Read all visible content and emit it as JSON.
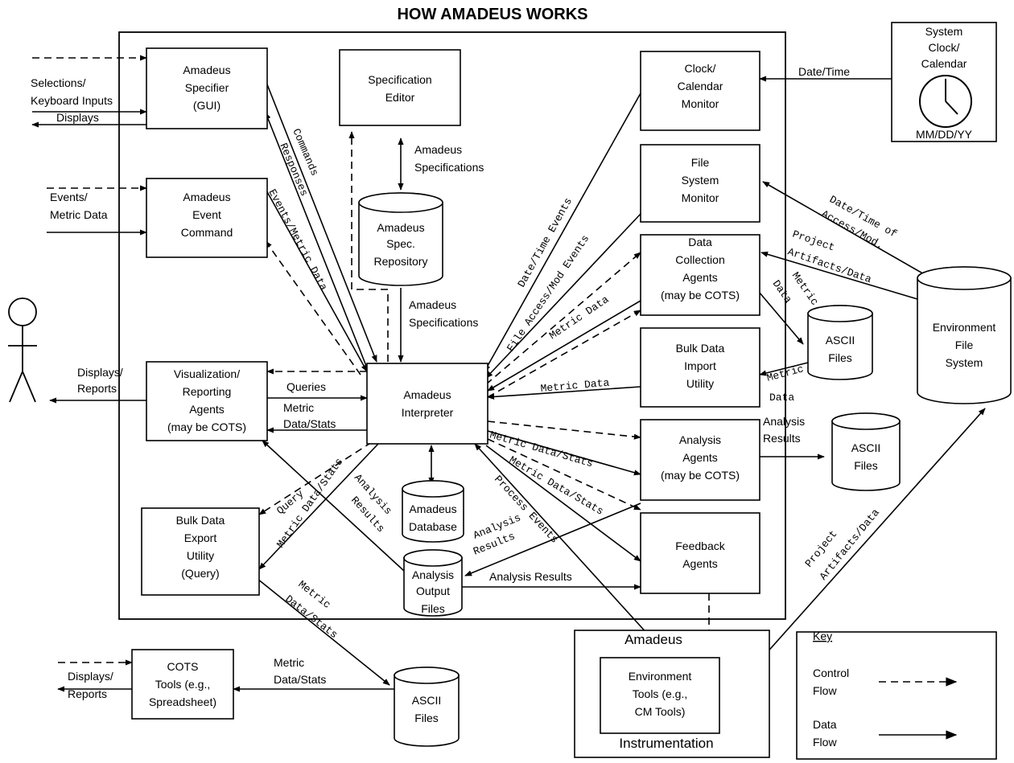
{
  "title": "HOW AMADEUS WORKS",
  "boxes": {
    "specifier": [
      "Amadeus",
      "Specifier",
      "(GUI)"
    ],
    "spec_editor": [
      "Specification",
      "Editor"
    ],
    "event_command": [
      "Amadeus",
      "Event",
      "Command"
    ],
    "clock_monitor": [
      "Clock/",
      "Calendar",
      "Monitor"
    ],
    "fs_monitor": [
      "File",
      "System",
      "Monitor"
    ],
    "collection_agents": [
      "Data",
      "Collection",
      "Agents",
      "(may be COTS)"
    ],
    "bulk_import": [
      "Bulk Data",
      "Import",
      "Utility"
    ],
    "visualization": [
      "Visualization/",
      "Reporting",
      "Agents",
      "(may be COTS)"
    ],
    "interpreter": [
      "Amadeus",
      "Interpreter"
    ],
    "analysis_agents": [
      "Analysis",
      "Agents",
      "(may be COTS)"
    ],
    "bulk_export": [
      "Bulk Data",
      "Export",
      "Utility",
      "(Query)"
    ],
    "feedback": [
      "Feedback",
      "Agents"
    ],
    "cots_tools": [
      "COTS",
      "Tools (e.g.,",
      "Spreadsheet)"
    ],
    "env_tools": [
      "Environment",
      "Tools (e.g.,",
      "CM Tools)"
    ],
    "system_clock": [
      "System",
      "Clock/",
      "Calendar"
    ],
    "system_clock_date": "MM/DD/YY"
  },
  "stores": {
    "spec_repo": [
      "Amadeus",
      "Spec.",
      "Repository"
    ],
    "database": [
      "Amadeus",
      "Database"
    ],
    "output_files": [
      "Analysis",
      "Output",
      "Files"
    ],
    "ascii_1": [
      "ASCII",
      "Files"
    ],
    "ascii_2": [
      "ASCII",
      "Files"
    ],
    "ascii_3": [
      "ASCII",
      "Files"
    ],
    "env_fs": [
      "Environment",
      "File",
      "System"
    ]
  },
  "instrumentation": {
    "top": "Amadeus",
    "bottom": "Instrumentation"
  },
  "labels": {
    "selections": [
      "Selections/",
      "Keyboard Inputs"
    ],
    "displays_1": "Displays",
    "events_in": [
      "Events/",
      "Metric Data"
    ],
    "displays_reports_1": [
      "Displays/",
      "Reports"
    ],
    "displays_reports_2": [
      "Displays/",
      "Reports"
    ],
    "queries": "Queries",
    "metric_data_stats_1": [
      "Metric",
      "Data/Stats"
    ],
    "metric_data_stats_cots": [
      "Metric",
      "Data/Stats"
    ],
    "commands": "Commands",
    "responses": "Responses",
    "events_metric": "Events/Metric Data",
    "amadeus_specs_1": [
      "Amadeus",
      "Specifications"
    ],
    "amadeus_specs_2": [
      "Amadeus",
      "Specifications"
    ],
    "date_time_events": "Date/Time Events",
    "file_access_events": "File Access/Mod Events",
    "metric_data_collect": "Metric Data",
    "metric_data_import": "Metric Data",
    "metric_data_stats_analysis": "Metric Data/Stats",
    "metric_data_stats_feedback": "Metric Data/Stats",
    "process_events": "Process Events",
    "analysis_results_interp": [
      "Analysis",
      "Results"
    ],
    "analysis_results_agents": [
      "Analysis",
      "Results"
    ],
    "analysis_results_feedback": [
      "Analysis",
      "Results"
    ],
    "analysis_results_output": "Analysis Results",
    "query": "Query",
    "metric_data_stats_export": "Metric Data/Stats",
    "metric_data_stats_ascii": [
      "Metric",
      "Data/Stats"
    ],
    "date_time": "Date/Time",
    "date_time_access": [
      "Date/Time of",
      "Access/Mod."
    ],
    "project_artifacts_1": [
      "Project",
      "Artifacts/Data"
    ],
    "project_artifacts_2": [
      "Project",
      "Artifacts/Data"
    ],
    "metric_data_ascii_out": [
      "Metric",
      "Data"
    ],
    "metric_data_ascii_in": [
      "Metric",
      "Data"
    ]
  },
  "key": {
    "title": "Key",
    "control": [
      "Control",
      "Flow"
    ],
    "data": [
      "Data",
      "Flow"
    ]
  }
}
